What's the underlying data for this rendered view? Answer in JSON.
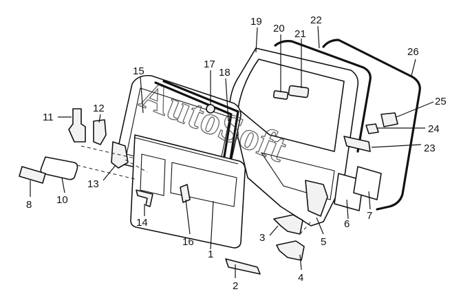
{
  "watermark": "AutoSoft",
  "callouts": [
    {
      "id": "1",
      "text": "1"
    },
    {
      "id": "2",
      "text": "2"
    },
    {
      "id": "3",
      "text": "3"
    },
    {
      "id": "4",
      "text": "4"
    },
    {
      "id": "5",
      "text": "5"
    },
    {
      "id": "6",
      "text": "6"
    },
    {
      "id": "7",
      "text": "7"
    },
    {
      "id": "8",
      "text": "8"
    },
    {
      "id": "10",
      "text": "10"
    },
    {
      "id": "11",
      "text": "11"
    },
    {
      "id": "12",
      "text": "12"
    },
    {
      "id": "13",
      "text": "13"
    },
    {
      "id": "14",
      "text": "14"
    },
    {
      "id": "15",
      "text": "15"
    },
    {
      "id": "16",
      "text": "16"
    },
    {
      "id": "17",
      "text": "17"
    },
    {
      "id": "18",
      "text": "18"
    },
    {
      "id": "19",
      "text": "19"
    },
    {
      "id": "20",
      "text": "20"
    },
    {
      "id": "21",
      "text": "21"
    },
    {
      "id": "22",
      "text": "22"
    },
    {
      "id": "23",
      "text": "23"
    },
    {
      "id": "24",
      "text": "24"
    },
    {
      "id": "25",
      "text": "25"
    },
    {
      "id": "26",
      "text": "26"
    }
  ]
}
